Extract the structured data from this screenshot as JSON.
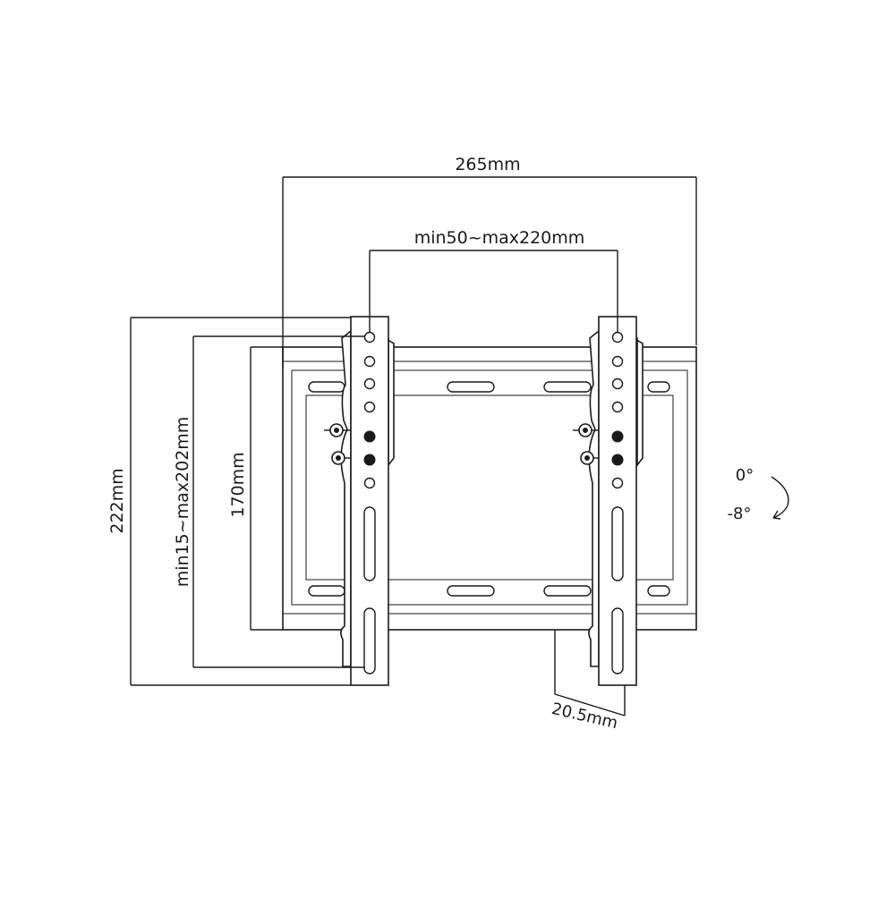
{
  "dimensions": {
    "overall_width": "265mm",
    "vesa_horizontal": "min50~max220mm",
    "overall_height": "222mm",
    "vesa_vertical": "min15~max202mm",
    "frame_height": "170mm",
    "wall_depth": "20.5mm"
  },
  "tilt": {
    "upper": "0°",
    "lower": "-8°"
  },
  "colors": {
    "line": "#1a1a1a",
    "background": "#ffffff"
  }
}
